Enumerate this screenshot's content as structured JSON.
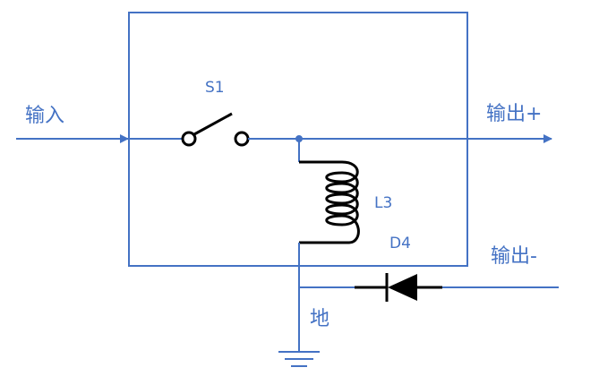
{
  "labels": {
    "input": "输入",
    "output_positive": "输出+",
    "output_negative": "输出-",
    "ground": "地",
    "switch": "S1",
    "inductor": "L3",
    "diode": "D4"
  },
  "colors": {
    "wire": "#4472C4",
    "box": "#4472C4",
    "component": "#000000",
    "text": "#4472C4"
  }
}
